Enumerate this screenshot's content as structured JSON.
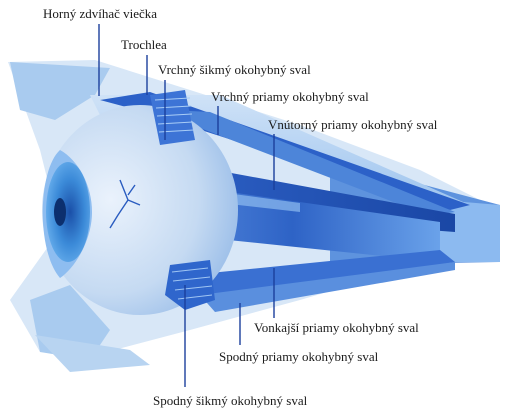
{
  "labels": {
    "levator": "Horný zdvíhač viečka",
    "trochlea": "Trochlea",
    "superior_oblique": "Vrchný šikmý okohybný sval",
    "superior_rectus": "Vrchný priamy okohybný sval",
    "medial_rectus": "Vnútorný priamy okohybný sval",
    "lateral_rectus": "Vonkajší priamy okohybný sval",
    "inferior_rectus": "Spodný priamy okohybný sval",
    "inferior_oblique": "Spodný šikmý okohybný sval"
  },
  "colors": {
    "muscle_dark": "#1f4fb0",
    "muscle_mid": "#3a73d4",
    "muscle_light": "#7fb0ea",
    "sclera": "#c9dcf2",
    "iris": "#3b8ad8",
    "pupil": "#0c2f6e",
    "leader": "#1b3f9c"
  }
}
